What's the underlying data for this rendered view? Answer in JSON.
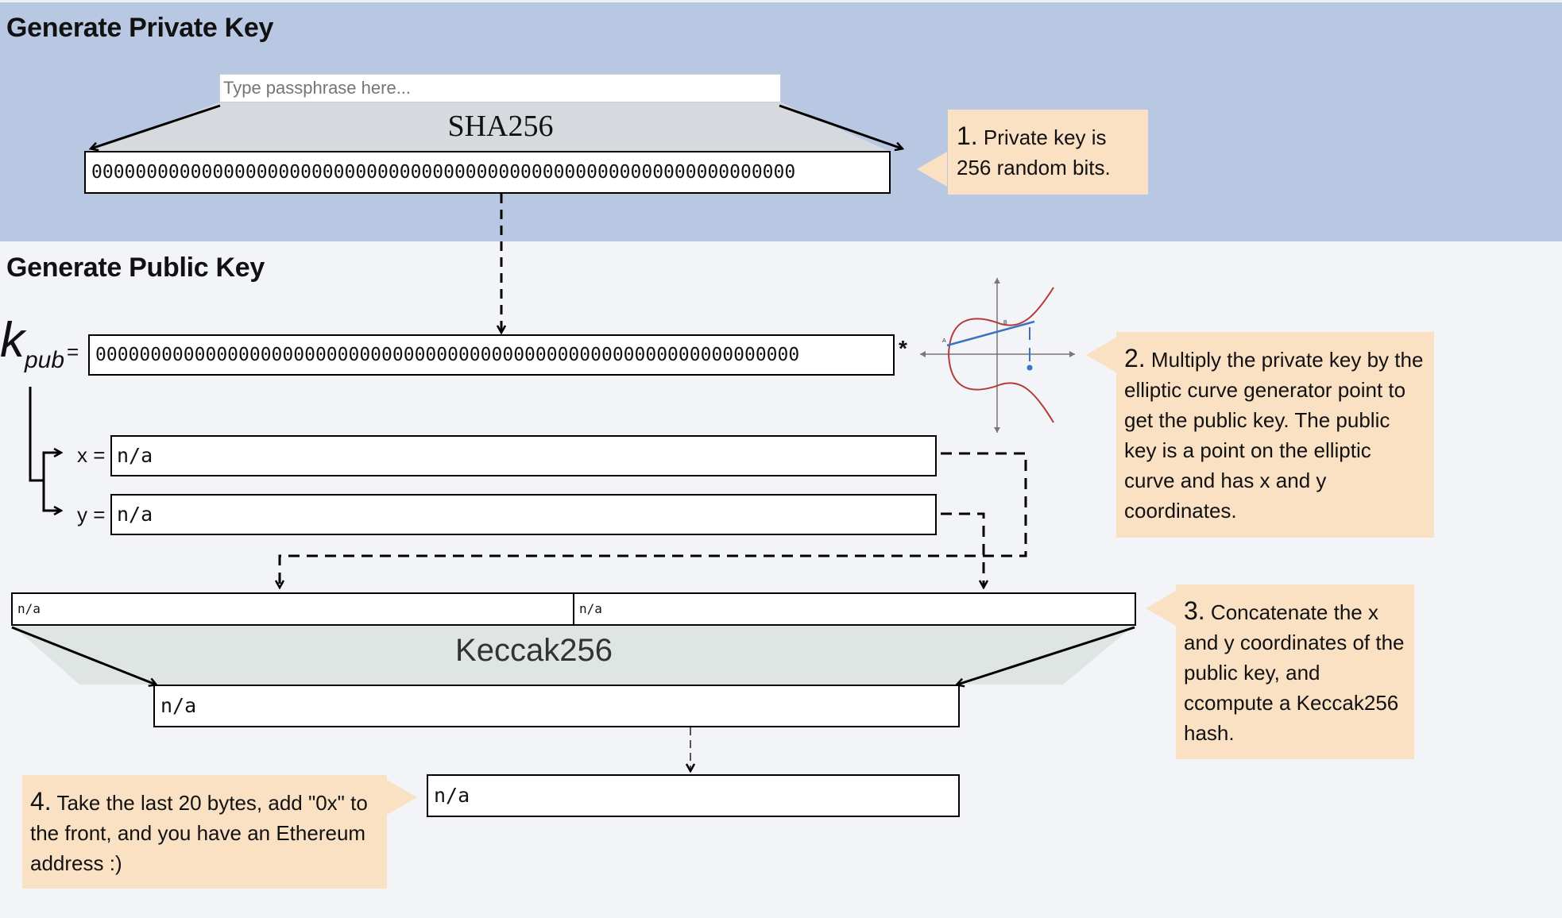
{
  "private_section": {
    "title": "Generate Private Key",
    "passphrase_placeholder": "Type passphrase here...",
    "hash_label": "SHA256",
    "private_key_value": "0000000000000000000000000000000000000000000000000000000000000000",
    "note": {
      "number": "1.",
      "text": "Private key is 256 random bits."
    }
  },
  "public_section": {
    "title": "Generate Public Key",
    "kpub_symbol": "k",
    "kpub_subscript": "pub",
    "equals": "=",
    "multiply": "*",
    "private_key_copy": "0000000000000000000000000000000000000000000000000000000000000000",
    "curve_labels": {
      "a": "A",
      "b": "B"
    },
    "x_label": "x =",
    "y_label": "y =",
    "x_value": "n/a",
    "y_value": "n/a",
    "note": {
      "number": "2.",
      "text": "Multiply the private key by the elliptic curve generator point to get the public key. The public key is a point on the elliptic curve and has x and y coordinates."
    }
  },
  "keccak_section": {
    "x_concat_value": "n/a",
    "y_concat_value": "n/a",
    "hash_label": "Keccak256",
    "hash_value": "n/a",
    "note": {
      "number": "3.",
      "text": "Concatenate the x and y coordinates of the public key, and ccompute a Keccak256 hash."
    }
  },
  "address_section": {
    "address_value": "n/a",
    "note": {
      "number": "4.",
      "text": "Take the last 20 bytes, add \"0x\" to the front, and you have an Ethereum address :)"
    }
  },
  "colors": {
    "private_bg": "#b9c8e2",
    "public_bg": "#f2f4f8",
    "note_bg": "#fbe1c4",
    "sha_funnel": "#d6d9de",
    "keccak_funnel": "#dee5e2",
    "curve_red": "#b23a3a",
    "curve_blue": "#3b73c2"
  }
}
